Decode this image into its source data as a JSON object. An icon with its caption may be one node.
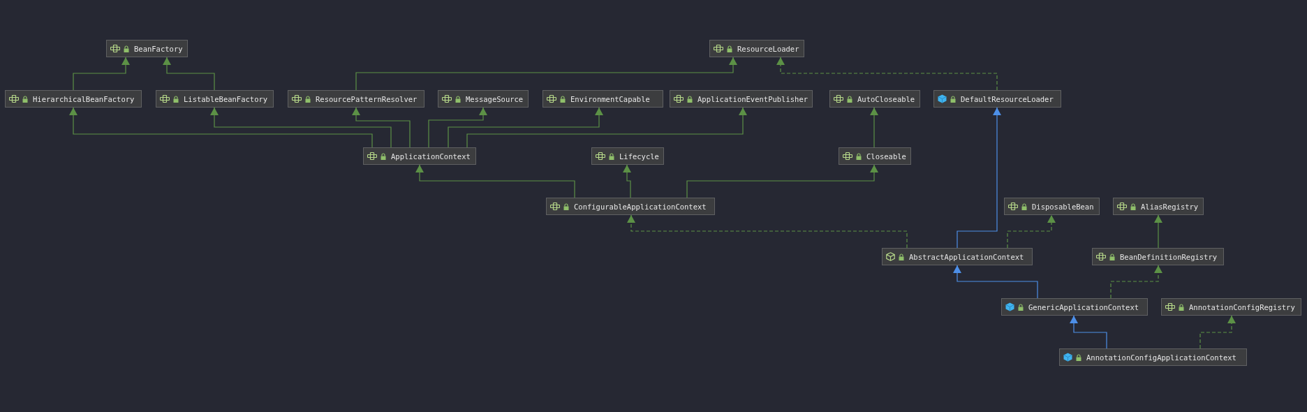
{
  "diagram": {
    "nodes": [
      {
        "text": [
          "BeanFactory"
        ]
      },
      {
        "text": [
          "ResourceLoader"
        ]
      },
      {
        "text": [
          "HierarchicalBeanFactory"
        ]
      },
      {
        "text": [
          "ListableBeanFactory"
        ]
      },
      {
        "text": [
          "ResourcePatternResolver"
        ]
      },
      {
        "text": [
          "MessageSource"
        ]
      },
      {
        "text": [
          "EnvironmentCapable"
        ]
      },
      {
        "text": [
          "ApplicationEventPublisher"
        ]
      },
      {
        "text": [
          "AutoCloseable"
        ]
      },
      {
        "text": [
          "DefaultResourceLoader"
        ]
      },
      {
        "text": [
          "ApplicationContext"
        ]
      },
      {
        "text": [
          "Lifecycle"
        ]
      },
      {
        "text": [
          "Closeable"
        ]
      },
      {
        "text": [
          "ConfigurableApplicationContext"
        ]
      },
      {
        "text": [
          "DisposableBean"
        ]
      },
      {
        "text": [
          "AliasRegistry"
        ]
      },
      {
        "text": [
          "AbstractApplicationContext"
        ]
      },
      {
        "text": [
          "BeanDefinitionRegistry"
        ]
      },
      {
        "text": [
          "GenericApplicationContext"
        ]
      },
      {
        "text": [
          "AnnotationConfigRegistry"
        ]
      },
      {
        "text": [
          "AnnotationConfigApplicationContext"
        ]
      }
    ],
    "edges": [
      {
        "from": 2,
        "to": 0,
        "arrow": "to"
      },
      {
        "from": 3,
        "to": 0,
        "arrow": "to"
      },
      {
        "from": 4,
        "to": 1,
        "arrow": "to"
      },
      {
        "from": 9,
        "to": 1,
        "arrow": "to",
        "style": "dashed"
      },
      {
        "from": 10,
        "to": 2,
        "arrow": "to"
      },
      {
        "from": 10,
        "to": 3,
        "arrow": "to"
      },
      {
        "from": 10,
        "to": 4,
        "arrow": "to"
      },
      {
        "from": 10,
        "to": 5,
        "arrow": "to"
      },
      {
        "from": 10,
        "to": 6,
        "arrow": "to"
      },
      {
        "from": 10,
        "to": 7,
        "arrow": "to"
      },
      {
        "from": 12,
        "to": 8,
        "arrow": "to"
      },
      {
        "from": 13,
        "to": 10,
        "arrow": "to"
      },
      {
        "from": 13,
        "to": 11,
        "arrow": "to"
      },
      {
        "from": 13,
        "to": 12,
        "arrow": "to"
      },
      {
        "from": 16,
        "to": 13,
        "arrow": "to",
        "style": "dashed"
      },
      {
        "from": 16,
        "to": 9,
        "arrow": "to",
        "color": "#4d8fe8"
      },
      {
        "from": 16,
        "to": 14,
        "arrow": "to",
        "style": "dashed"
      },
      {
        "from": 17,
        "to": 15,
        "arrow": "to"
      },
      {
        "from": 18,
        "to": 16,
        "arrow": "to",
        "color": "#4d8fe8"
      },
      {
        "from": 18,
        "to": 17,
        "arrow": "to",
        "style": "dashed"
      },
      {
        "from": 20,
        "to": 18,
        "arrow": "to",
        "color": "#4d8fe8"
      },
      {
        "from": 20,
        "to": 19,
        "arrow": "to",
        "style": "dashed"
      }
    ]
  }
}
